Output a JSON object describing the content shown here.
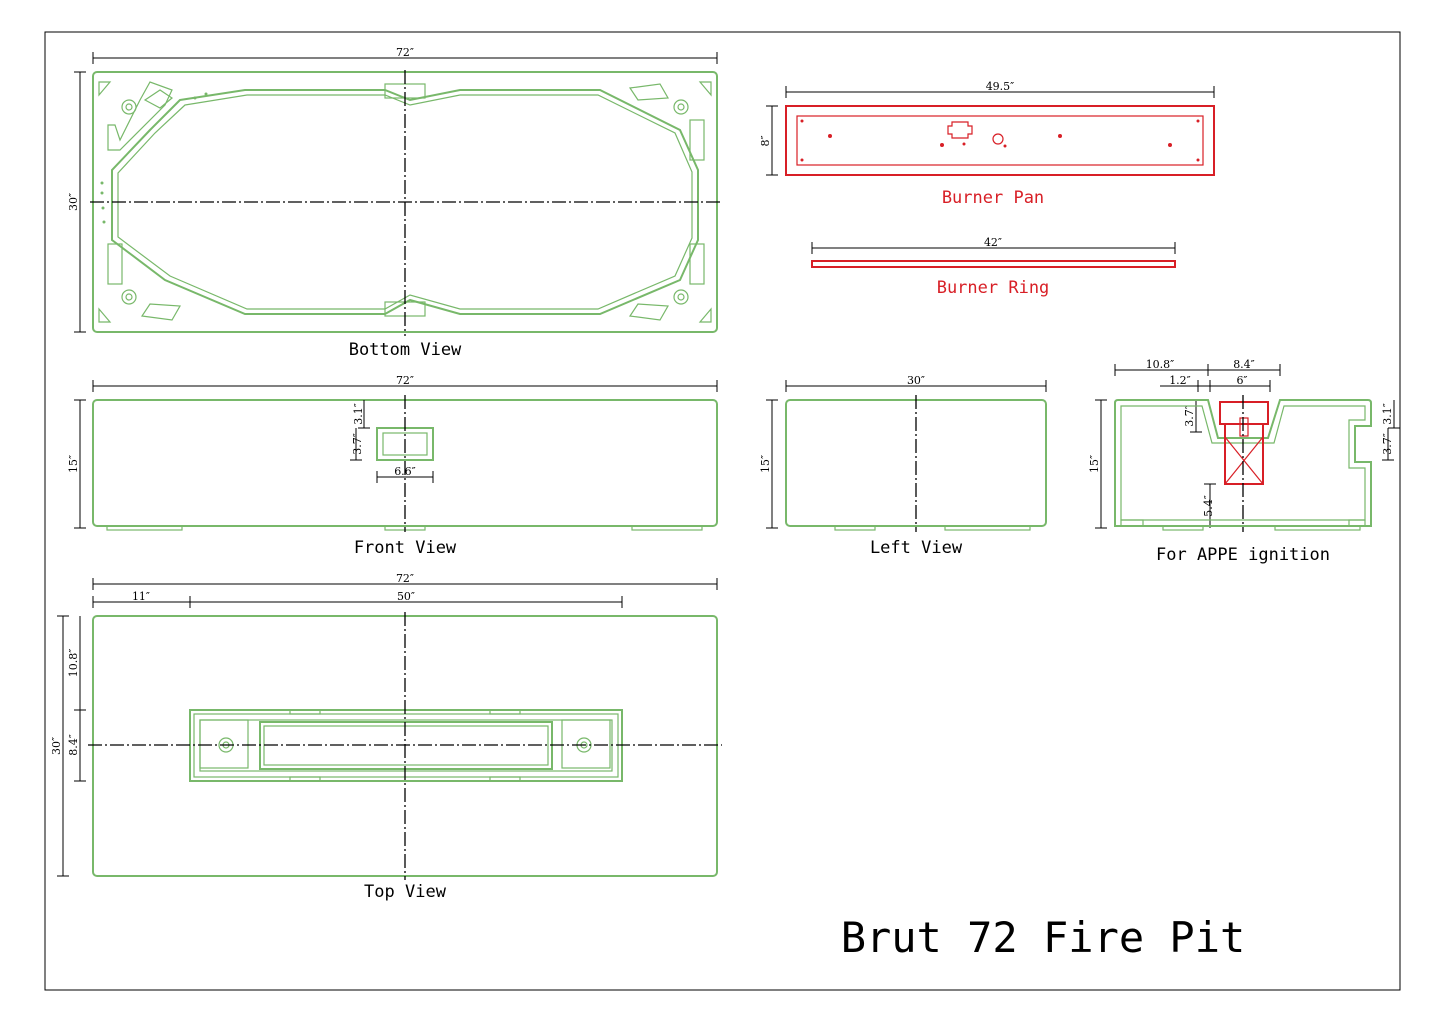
{
  "drawing": {
    "title": "Brut 72 Fire Pit",
    "colors": {
      "product": "#78b86a",
      "burner": "#d81f26",
      "dimension": "#000000"
    }
  },
  "views": {
    "bottom": {
      "caption": "Bottom View",
      "width": "72″",
      "depth": "30″"
    },
    "burner_pan": {
      "caption": "Burner Pan",
      "length": "49.5″",
      "width": "8″"
    },
    "burner_ring": {
      "caption": "Burner Ring",
      "length": "42″"
    },
    "front": {
      "caption": "Front View",
      "width": "72″",
      "height": "15″",
      "slot_top": "3.1″",
      "slot_height": "3.7″",
      "slot_width": "6.6″"
    },
    "left": {
      "caption": "Left View",
      "width": "30″",
      "height": "15″"
    },
    "appe": {
      "caption": "For APPE ignition",
      "left_offset": "10.8″",
      "right_offset": "8.4″",
      "step": "1.2″",
      "opening": "6″",
      "depth_left": "3.7″",
      "right_top": "3.1″",
      "right_height": "3.7″",
      "lower": "5.4″",
      "height": "15″"
    },
    "top": {
      "caption": "Top View",
      "width": "72″",
      "offset": "11″",
      "burner_len": "50″",
      "depth": "30″",
      "front_offset": "10.8″",
      "burner_width": "8.4″"
    }
  }
}
